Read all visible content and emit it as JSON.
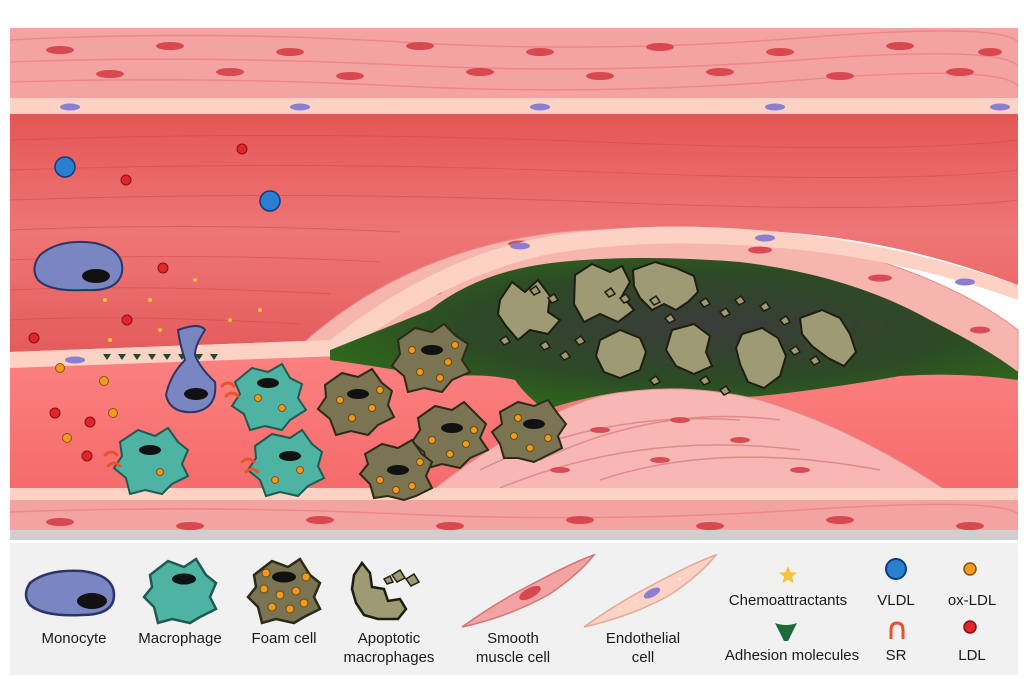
{
  "legend": {
    "monocyte": "Monocyte",
    "macrophage": "Macrophage",
    "foam_cell": "Foam cell",
    "apoptotic_1": "Apoptotic",
    "apoptotic_2": "macrophages",
    "smooth_1": "Smooth",
    "smooth_2": "muscle cell",
    "endo_1": "Endothelial",
    "endo_2": "cell",
    "chemoattractants": "Chemoattractants",
    "vldl": "VLDL",
    "oxldl": "ox-LDL",
    "adhesion": "Adhesion molecules",
    "sr": "SR",
    "ldl": "LDL"
  },
  "colors": {
    "vessel_wall": "#f4a7a7",
    "lumen": "#ee6f6f",
    "monocyte": "#7a86c2",
    "macrophage": "#4fb3a3",
    "foam_cell": "#7a7452",
    "apoptotic": "#9d9a74",
    "necrotic_core": "#2f5d1f",
    "vldl": "#2a7fd0",
    "ldl": "#e0262a",
    "oxldl": "#f29a1e",
    "chemoattractant": "#f5c43a",
    "adhesion": "#1f6a3a",
    "sr": "#e8532d"
  }
}
